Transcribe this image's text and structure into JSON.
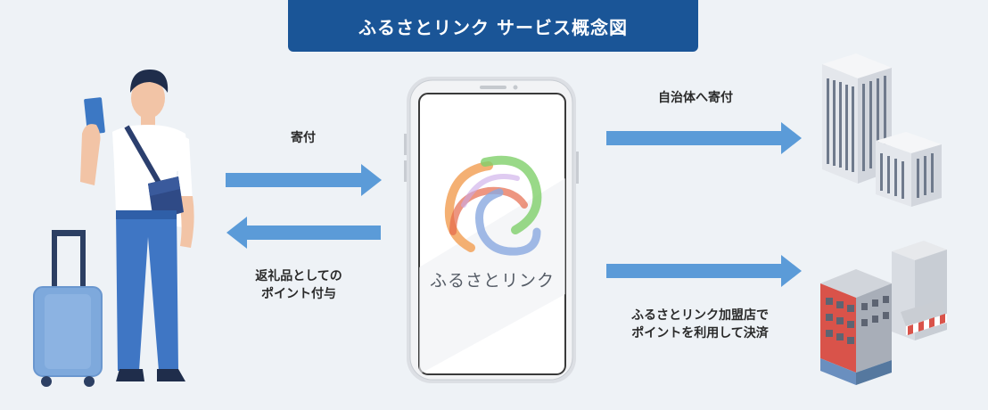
{
  "title": "ふるさとリンク サービス概念図",
  "labels": {
    "donation": "寄付",
    "return_gift_line1": "返礼品としての",
    "return_gift_line2": "ポイント付与",
    "to_municipality": "自治体へ寄付",
    "merchant_line1": "ふるさとリンク加盟店で",
    "merchant_line2": "ポイントを利用して決済"
  },
  "app": {
    "name": "ふるさとリンク"
  },
  "colors": {
    "banner": "#1a5597",
    "arrow": "#5b9bd8",
    "background": "#eef2f6"
  },
  "icons": {
    "person": "traveler-person-icon",
    "suitcase": "suitcase-icon",
    "phone": "smartphone-icon",
    "office": "office-building-icon",
    "shops": "shop-buildings-icon"
  }
}
